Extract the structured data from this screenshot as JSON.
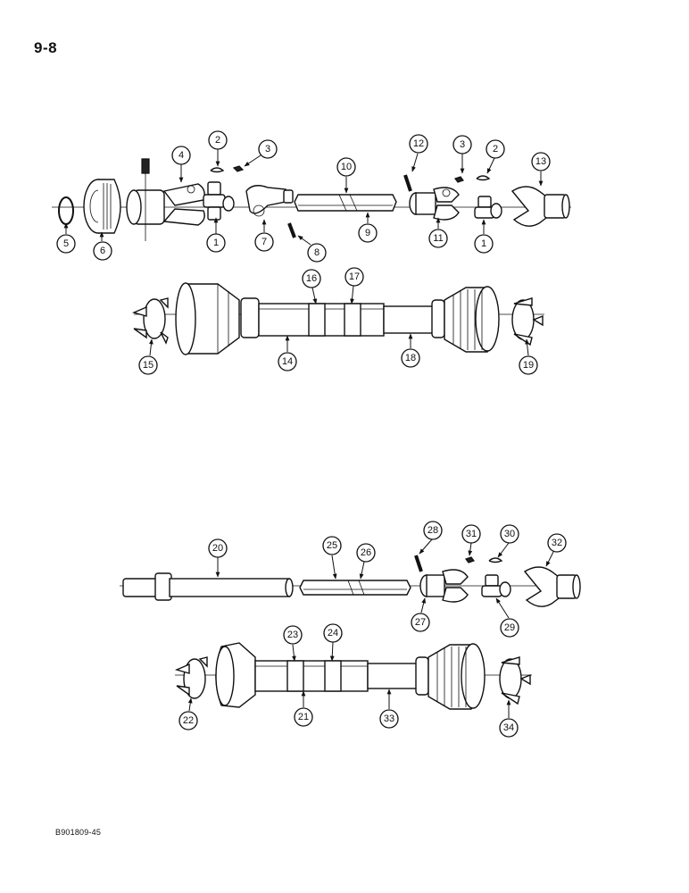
{
  "page_number": "9-8",
  "figure_code": "B901809-45",
  "callouts": [
    "1",
    "2",
    "3",
    "4",
    "5",
    "6",
    "7",
    "8",
    "9",
    "10",
    "11",
    "12",
    "13",
    "14",
    "15",
    "16",
    "17",
    "18",
    "19",
    "20",
    "21",
    "22",
    "23",
    "24",
    "25",
    "26",
    "27",
    "28",
    "29",
    "30",
    "31",
    "32",
    "33",
    "34"
  ],
  "duplicate_callouts": [
    "1",
    "2",
    "3"
  ]
}
